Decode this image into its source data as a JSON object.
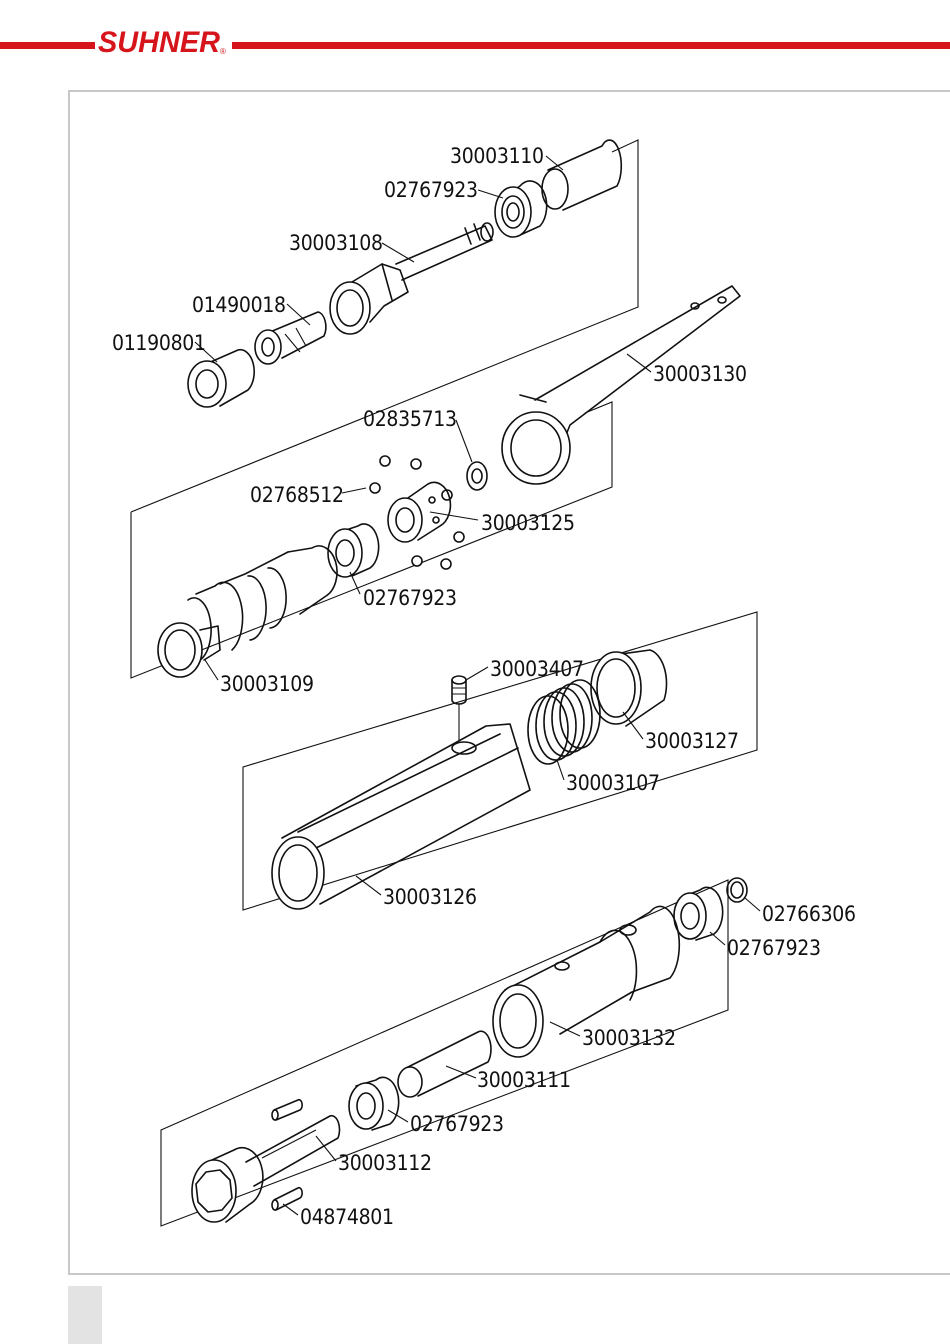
{
  "brand": {
    "name": "SUHNER",
    "registered": "®",
    "color": "#d6141c"
  },
  "part_labels": [
    "30003110",
    "02767923",
    "30003108",
    "01490018",
    "01190801",
    "30003130",
    "02835713",
    "02768512",
    "30003125",
    "02767923",
    "30003109",
    "30003407",
    "30003127",
    "30003107",
    "30003126",
    "02766306",
    "02767923",
    "30003132",
    "30003111",
    "02767923",
    "30003112",
    "04874801"
  ]
}
